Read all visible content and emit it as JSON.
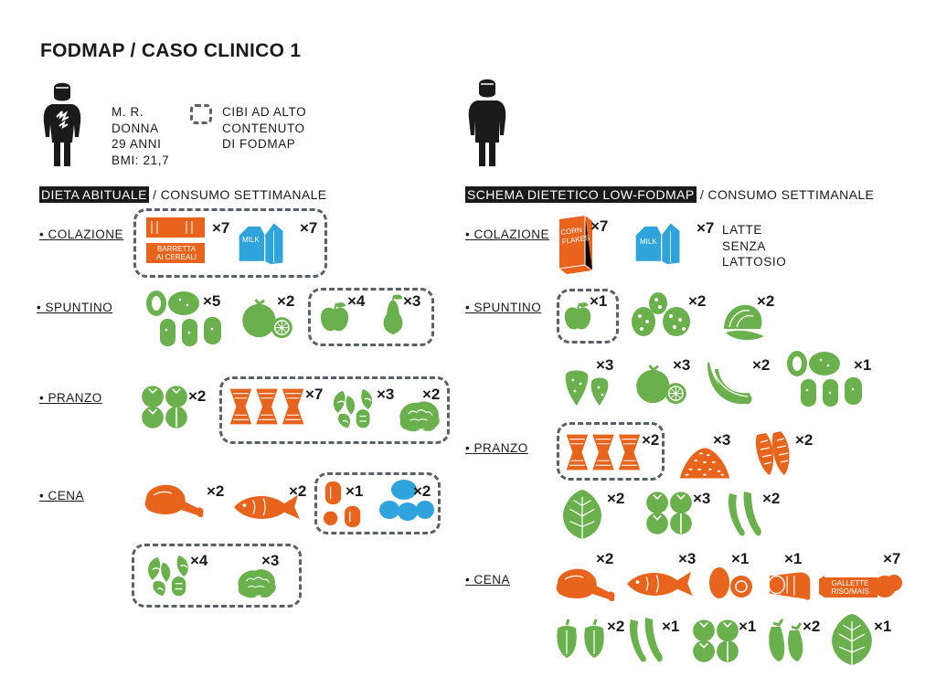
{
  "title": "FODMAP / CASO CLINICO 1",
  "patient": {
    "lines": [
      "M. R.",
      "DONNA",
      "29 ANNI",
      "BMI: 21,7"
    ]
  },
  "legend": {
    "lines": [
      "CIBI AD ALTO",
      "CONTENUTO",
      "DI FODMAP"
    ]
  },
  "left_header": {
    "highlight": "DIETA ABITUALE",
    "rest": " / CONSUMO SETTIMANALE"
  },
  "right_header": {
    "highlight": "SCHEMA DIETETICO LOW-FODMAP",
    "rest": " / CONSUMO SETTIMANALE"
  },
  "meals": {
    "colazione": "• COLAZIONE",
    "spuntino": "• SPUNTINO",
    "pranzo": "• PRANZO",
    "cena": "• CENA"
  },
  "food_labels": {
    "barretta_line1": "BARRETTA",
    "barretta_line2": "AI CEREALI",
    "milk": "MILK",
    "corn_line1": "CORN",
    "corn_line2": "FLAKES",
    "gallette_line1": "GALLETTE",
    "gallette_line2": "RISO/MAIS"
  },
  "right_colazione_note": [
    "LATTE",
    "SENZA",
    "LATTOSIO"
  ],
  "quantities": {
    "l_col_bar": "×7",
    "l_col_milk": "×7",
    "l_spu_kiwi": "×5",
    "l_spu_orange": "×2",
    "l_spu_apple": "×4",
    "l_spu_pear": "×3",
    "l_pra_tomato": "×2",
    "l_pra_pasta": "×7",
    "l_pra_artichoke": "×3",
    "l_pra_cauli": "×2",
    "l_cen_chicken": "×2",
    "l_cen_fish": "×2",
    "l_cen_sausage": "×1",
    "l_cen_cheese": "×2",
    "l_cen_artichoke": "×4",
    "l_cen_cauli": "×3",
    "r_col_corn": "×7",
    "r_col_milk": "×7",
    "r_spu_apple": "×1",
    "r_spu_berries": "×2",
    "r_spu_melon": "×2",
    "r_spu_straw": "×3",
    "r_spu_orange": "×3",
    "r_spu_banana": "×2",
    "r_spu_kiwi": "×1",
    "r_pra_pasta": "×2",
    "r_pra_rice": "×3",
    "r_pra_corn": "×2",
    "r_pra_spinach": "×2",
    "r_pra_tomato": "×3",
    "r_pra_zucchini": "×2",
    "r_cen_chicken": "×2",
    "r_cen_fish": "×3",
    "r_cen_egg": "×1",
    "r_cen_ham": "×1",
    "r_cen_gallette": "×7",
    "r_cen_pepper": "×2",
    "r_cen_zucchini": "×1",
    "r_cen_tomato": "×1",
    "r_cen_eggplant": "×2",
    "r_cen_spinach": "×1"
  },
  "colors": {
    "green": "#6ab04c",
    "orange": "#e8631c",
    "blue": "#2ea3dc",
    "dark": "#1a1a1a",
    "dash": "#5b6068"
  }
}
